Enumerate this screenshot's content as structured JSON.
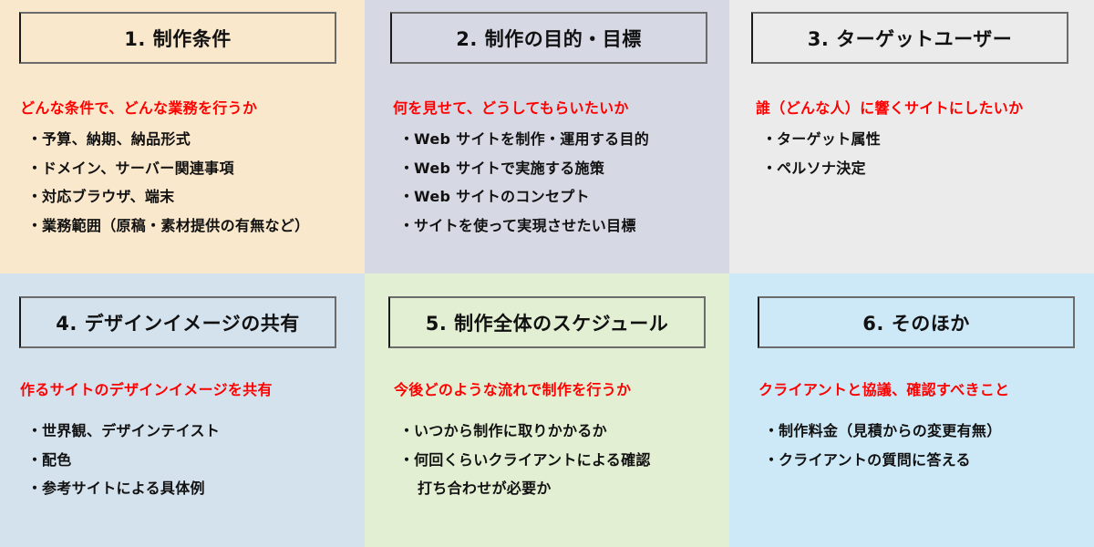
{
  "colors": {
    "panel1_bg": "#fae8cc",
    "panel2_bg": "#d6d8e4",
    "panel3_bg": "#ebebeb",
    "panel4_bg": "#d4e2ed",
    "panel5_bg": "#e3efd3",
    "panel6_bg": "#cde8f6",
    "subtitle": "#ff0000",
    "text": "#111111",
    "box_border": "#6b6b6b"
  },
  "bullet": "・",
  "panels": [
    {
      "title": "1. 制作条件",
      "subtitle": "どんな条件で、どんな業務を行うか",
      "items": [
        "予算、納期、納品形式",
        "ドメイン、サーバー関連事項",
        "対応ブラウザ、端末",
        "業務範囲（原稿・素材提供の有無など）"
      ]
    },
    {
      "title": "2. 制作の目的・目標",
      "subtitle": "何を見せて、どうしてもらいたいか",
      "items": [
        "Web サイトを制作・運用する目的",
        "Web サイトで実施する施策",
        "Web サイトのコンセプト",
        "サイトを使って実現させたい目標"
      ]
    },
    {
      "title": "3. ターゲットユーザー",
      "subtitle": "誰（どんな人）に響くサイトにしたいか",
      "items": [
        "ターゲット属性",
        "ペルソナ決定"
      ]
    },
    {
      "title": "4. デザインイメージの共有",
      "subtitle": "作るサイトのデザインイメージを共有",
      "items": [
        "世界観、デザインテイスト",
        "配色",
        "参考サイトによる具体例"
      ]
    },
    {
      "title": "5. 制作全体のスケジュール",
      "subtitle": "今後どのような流れで制作を行うか",
      "items": [
        "いつから制作に取りかかるか",
        "何回くらいクライアントによる確認"
      ],
      "continuation": "打ち合わせが必要か"
    },
    {
      "title": "6. そのほか",
      "subtitle": "クライアントと協議、確認すべきこと",
      "items": [
        "制作料金（見積からの変更有無）",
        "クライアントの質問に答える"
      ]
    }
  ]
}
